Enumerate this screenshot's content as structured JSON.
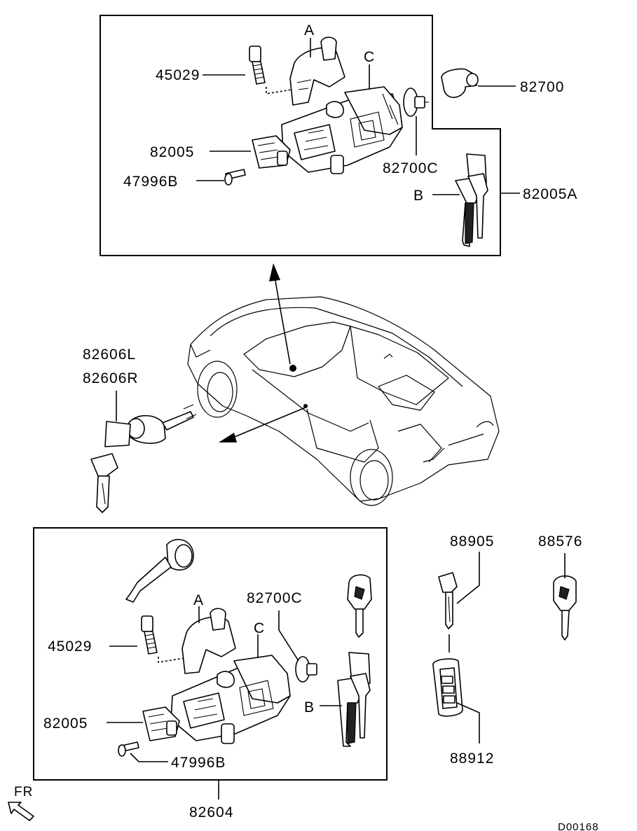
{
  "labels": {
    "top_45029": "45029",
    "top_A": "A",
    "top_C": "C",
    "top_82700": "82700",
    "top_82005": "82005",
    "top_82700C": "82700C",
    "top_47996B": "47996B",
    "top_B": "B",
    "top_82005A": "82005A",
    "mid_82606L": "82606L",
    "mid_82606R": "82606R",
    "bot_82700C": "82700C",
    "bot_A": "A",
    "bot_C": "C",
    "bot_45029": "45029",
    "bot_B": "B",
    "bot_82005": "82005",
    "bot_47996B": "47996B",
    "bot_82604": "82604",
    "key_88905": "88905",
    "key_88576": "88576",
    "remote_88912": "88912",
    "front_marker": "FR",
    "diagram_code": "D00168"
  },
  "icons": {
    "front_arrow": "arrow-up-left-icon"
  }
}
